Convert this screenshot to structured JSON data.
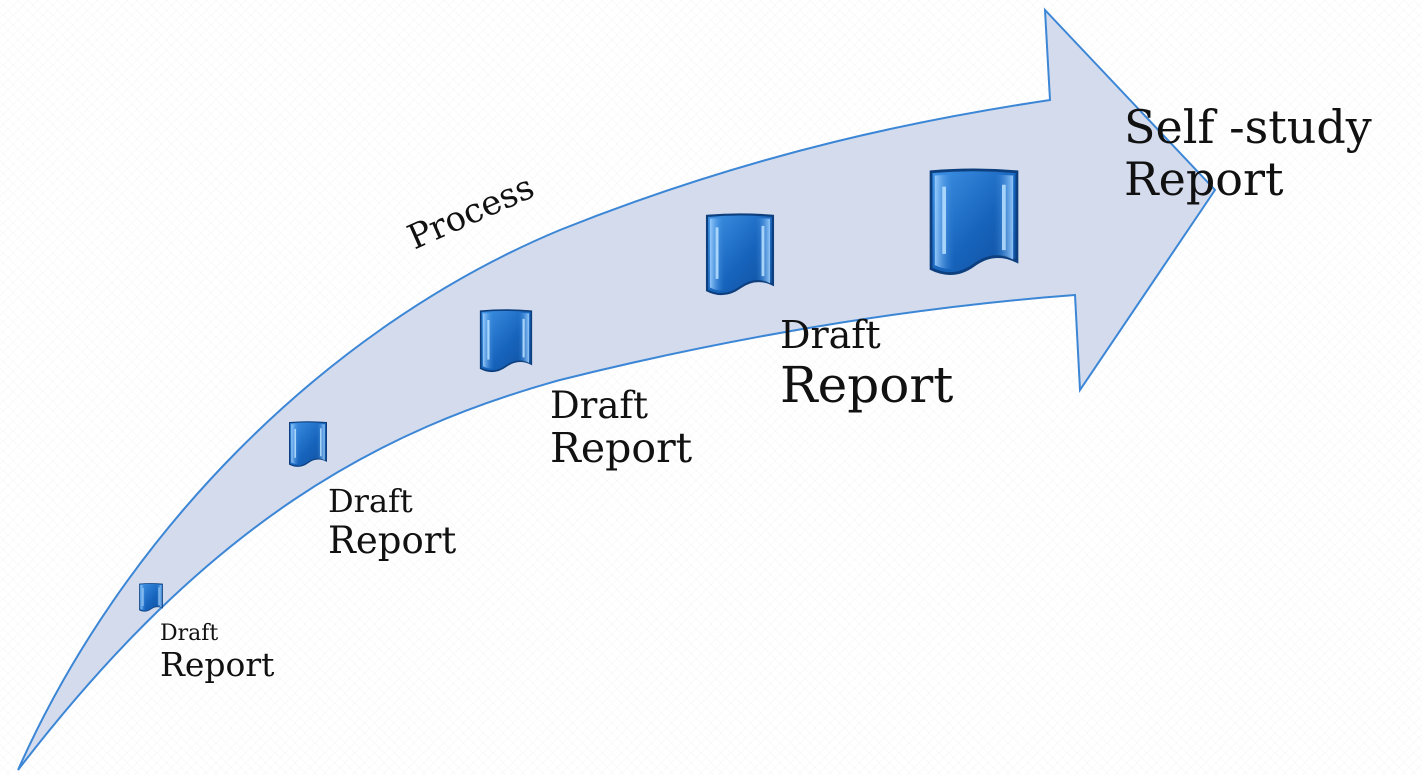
{
  "diagram": {
    "arrow_fill": "#cdd6ea",
    "arrow_stroke": "#3c86d6",
    "process_label": "Process",
    "doc_color": "#1f6fc5",
    "steps": [
      {
        "line1": "Draft",
        "line2": "Report"
      },
      {
        "line1": "Draft",
        "line2": "Report"
      },
      {
        "line1": "Draft",
        "line2": "Report"
      },
      {
        "line1": "Draft",
        "line2": "Report"
      }
    ],
    "final": {
      "line1": "Self -study",
      "line2": "Report"
    }
  }
}
